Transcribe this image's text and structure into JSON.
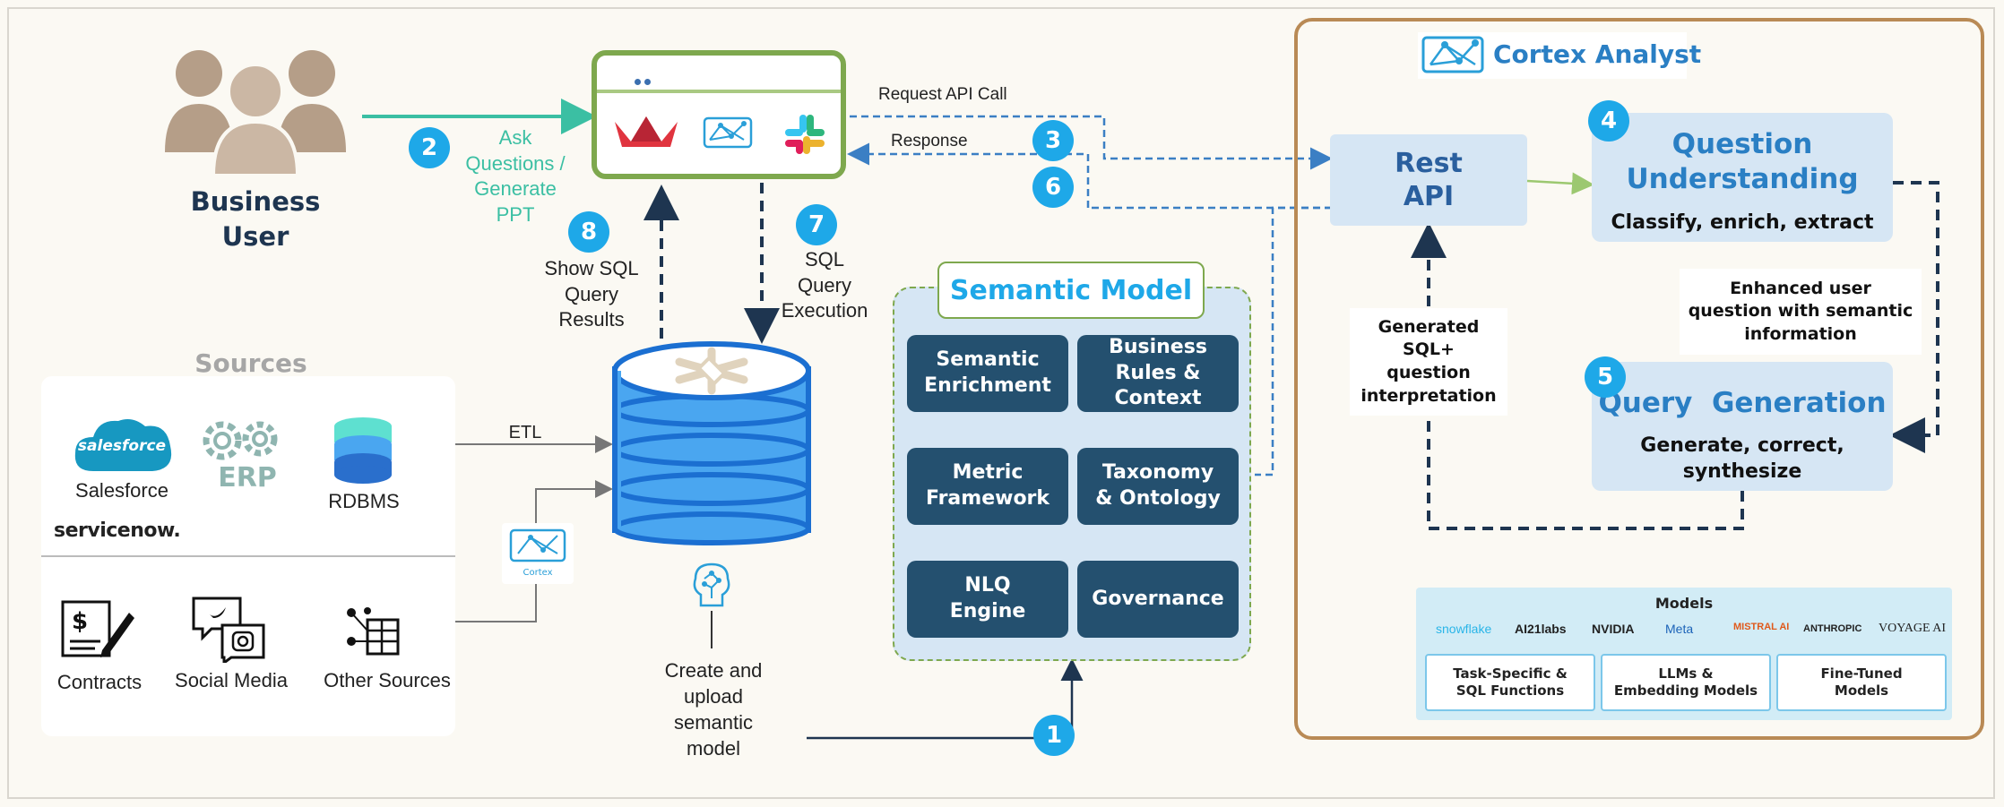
{
  "user": {
    "title_line1": "Business",
    "title_line2": "User"
  },
  "step2_label": "Ask\nQuestions /\nGenerate\nPPT",
  "app": {
    "request_label": "Request API Call",
    "response_label": "Response"
  },
  "step8_label": "Show SQL\nQuery\nResults",
  "step7_label": "SQL\nQuery\nExecution",
  "sources": {
    "title": "Sources",
    "salesforce_logo": "salesforce",
    "salesforce": "Salesforce",
    "erp": "ERP",
    "rdbms": "RDBMS",
    "servicenow": "servicenow.",
    "contracts": "Contracts",
    "social_media": "Social Media",
    "other_sources": "Other Sources",
    "etl": "ETL",
    "cortex_small": "Cortex"
  },
  "create_label": "Create and\nupload\nsemantic\nmodel",
  "semantic_model": {
    "title": "Semantic Model",
    "items": [
      "Semantic\nEnrichment",
      "Business\nRules &\nContext",
      "Metric\nFramework",
      "Taxonomy\n& Ontology",
      "NLQ\nEngine",
      "Governance"
    ]
  },
  "cortex": {
    "title": "Cortex Analyst",
    "rest_api": "Rest\nAPI",
    "qu_title": "Question\nUnderstanding",
    "qu_sub": "Classify, enrich, extract",
    "enhanced": "Enhanced user\nquestion with semantic\ninformation",
    "generated": "Generated\nSQL+\nquestion\ninterpretation",
    "qg_title": "Query  Generation",
    "qg_sub": "Generate, correct,\nsynthesize"
  },
  "models": {
    "title": "Models",
    "vendors": [
      "snowflake",
      "AI21labs",
      "NVIDIA",
      "Meta",
      "MISTRAL AI",
      "ANTHROPIC",
      "VOYAGE AI"
    ],
    "boxes": [
      "Task-Specific &\nSQL Functions",
      "LLMs &\nEmbedding Models",
      "Fine-Tuned\nModels"
    ]
  },
  "steps": [
    "1",
    "2",
    "3",
    "4",
    "5",
    "6",
    "7",
    "8"
  ],
  "colors": {
    "accent_blue": "#1ea8e8",
    "dark_box": "#24506f",
    "light_box": "#d6e6f4",
    "app_border": "#7ea84e",
    "green_arrow": "#3bbfa3",
    "cortex_border": "#b98a55",
    "db_blue": "#4aa6f0"
  }
}
